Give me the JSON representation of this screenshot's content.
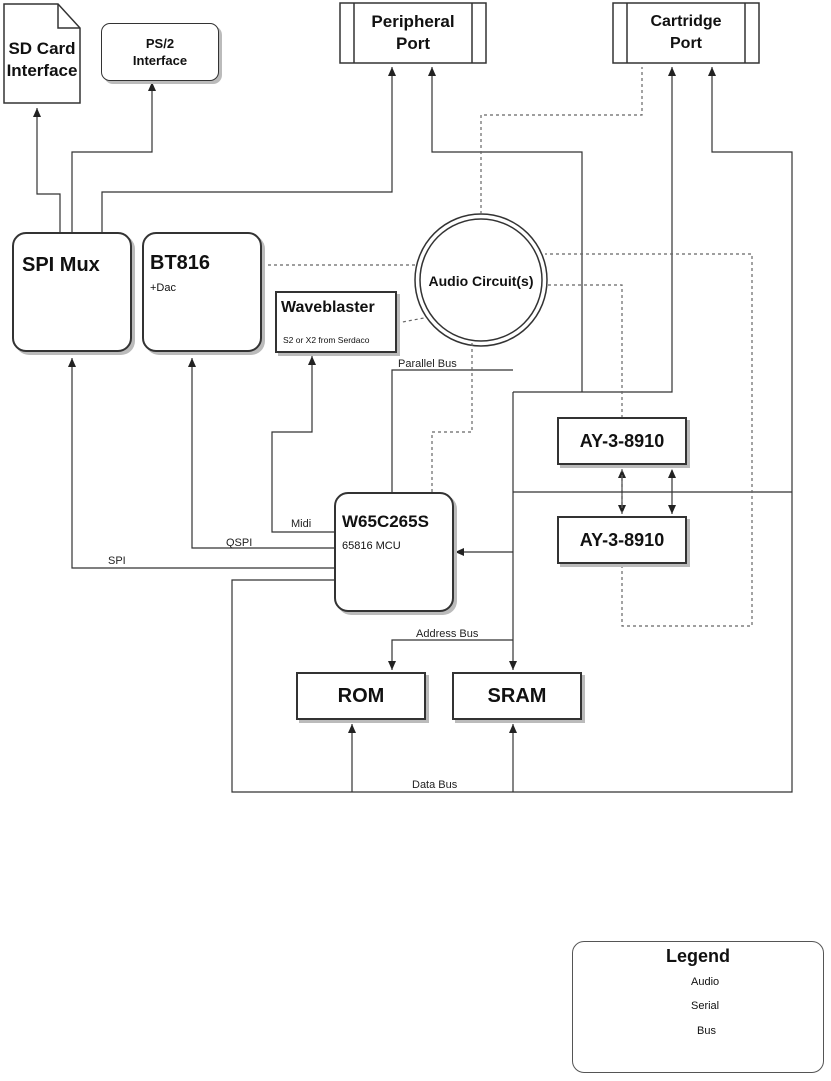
{
  "nodes": {
    "sd_card": "SD Card\nInterface",
    "ps2": "PS/2\nInterface",
    "peripheral_port": "Peripheral\nPort",
    "cartridge_port": "Cartridge\nPort",
    "spi_mux": "SPI Mux",
    "bt816": "BT816",
    "bt816_sub": "+Dac",
    "waveblaster": "Waveblaster",
    "waveblaster_sub": "S2 or X2 from Serdaco",
    "audio": "Audio Circuit(s)",
    "ay1": "AY-3-8910",
    "ay2": "AY-3-8910",
    "mcu": "W65C265S",
    "mcu_sub": "65816 MCU",
    "rom": "ROM",
    "sram": "SRAM"
  },
  "edge_labels": {
    "parallel_bus": "Parallel Bus",
    "midi": "Midi",
    "qspi": "QSPI",
    "spi": "SPI",
    "address_bus": "Address Bus",
    "data_bus": "Data Bus"
  },
  "legend": {
    "title": "Legend",
    "audio": "Audio",
    "serial": "Serial",
    "bus": "Bus"
  },
  "colors": {
    "line": "#333333",
    "shadow": "#bbbbbb",
    "dashed": "#666666"
  }
}
